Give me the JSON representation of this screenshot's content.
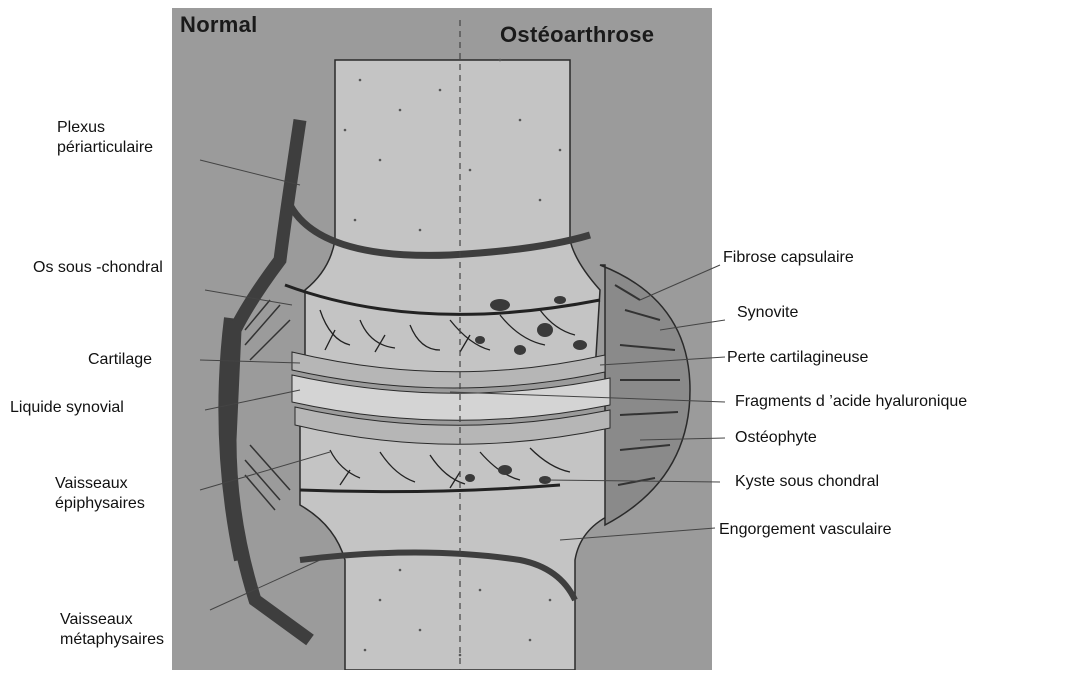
{
  "headers": {
    "normal": "Normal",
    "oa": "Ostéoarthrose"
  },
  "labels_left": {
    "plexus": [
      "Plexus",
      "périarticulaire"
    ],
    "os_sous_chondral": "Os sous -chondral",
    "cartilage": "Cartilage",
    "liquide_synovial": "Liquide synovial",
    "vaisseaux_epiphysaires": [
      "Vaisseaux",
      "épiphysaires"
    ],
    "vaisseaux_metaphysaires": [
      "Vaisseaux",
      "métaphysaires"
    ]
  },
  "labels_right": {
    "fibrose": "Fibrose capsulaire",
    "synovite": "Synovite",
    "perte": "Perte cartilagineuse",
    "fragments": "Fragments d ’acide hyaluronique",
    "osteophyte": "Ostéophyte",
    "kyste": "Kyste sous chondral",
    "engorgement": "Engorgement vasculaire"
  },
  "colors": {
    "background": "#9b9b9b",
    "bone": "#c2c2c2",
    "vessel": "#3e3e3e",
    "cartilage": "#b4b4b4",
    "synovial_fluid": "#cfcfcf",
    "line": "#222222"
  }
}
